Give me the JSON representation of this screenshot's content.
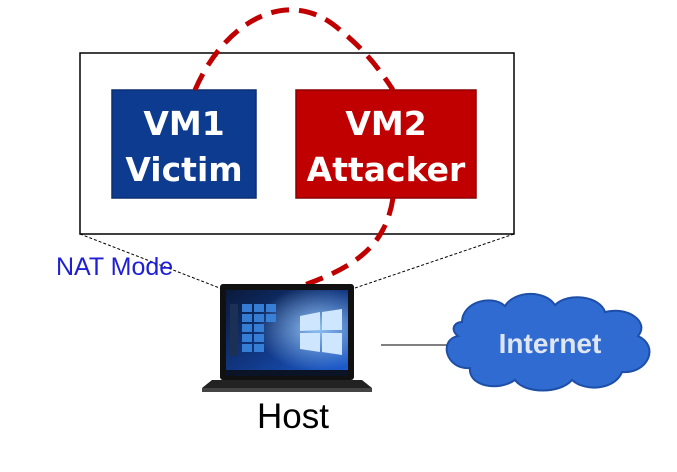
{
  "vm1": {
    "line1": "VM1",
    "line2": "Victim",
    "color": "#0d3b8f"
  },
  "vm2": {
    "line1": "VM2",
    "line2": "Attacker",
    "color": "#c00000"
  },
  "network_mode": "NAT Mode",
  "host_label": "Host",
  "cloud_label": "Internet",
  "colors": {
    "cloud_fill": "#2f6bd0",
    "dashed_link": "#c00000",
    "nat_text": "#1f1fd6"
  }
}
